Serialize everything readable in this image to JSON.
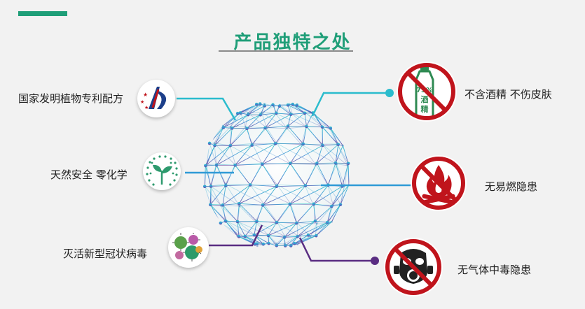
{
  "title": "产品独特之处",
  "colors": {
    "brand_green": "#1f9e78",
    "line_cyan": "#2bbccd",
    "line_blue": "#2f9ad6",
    "line_purple": "#5a2d82",
    "ban_red": "#c0141c"
  },
  "features_left": [
    {
      "label": "国家发明植物专利配方",
      "icon": "patent-logo-icon"
    },
    {
      "label": "天然安全 零化学",
      "icon": "plant-sprout-icon"
    },
    {
      "label": "灭活新型冠状病毒",
      "icon": "virus-icon"
    }
  ],
  "features_right": [
    {
      "label": "不含酒精 不伤皮肤",
      "icon": "no-alcohol-icon",
      "bottle_text_top": "75%",
      "bottle_text_bottom": "酒精"
    },
    {
      "label": "无易燃隐患",
      "icon": "no-fire-icon"
    },
    {
      "label": "无气体中毒隐患",
      "icon": "no-gas-mask-icon"
    }
  ]
}
